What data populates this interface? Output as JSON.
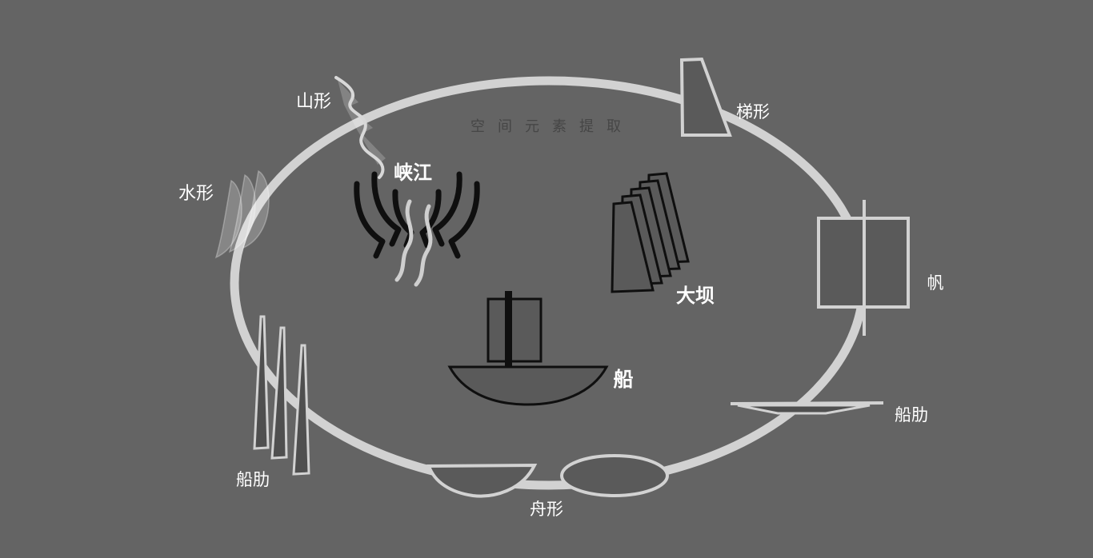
{
  "title": "空间元素提取",
  "labels": {
    "mountain": "山形",
    "trapezoid": "梯形",
    "water": "水形",
    "gorge": "峡江",
    "dam": "大坝",
    "sail": "帆",
    "boat": "船",
    "rib_left": "船肋",
    "rib_right": "船肋",
    "hull": "舟形"
  },
  "colors": {
    "background": "#646464",
    "ring": "#d2d2d2",
    "dark_fill": "#5a5a5a",
    "darker_fill": "#4f4f4f",
    "black_stroke": "#0f0f0f",
    "white": "#ffffff",
    "title_text": "#464646",
    "river_line": "#cfcfcf"
  }
}
